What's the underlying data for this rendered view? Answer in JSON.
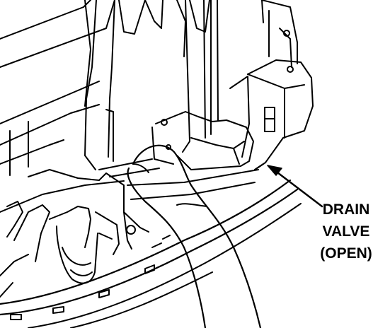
{
  "callout": {
    "line1": "DRAIN",
    "line2": "VALVE",
    "line3": "(OPEN)"
  },
  "colors": {
    "ink": "#000000",
    "background": "#ffffff",
    "shade": "#e6e6e6"
  }
}
